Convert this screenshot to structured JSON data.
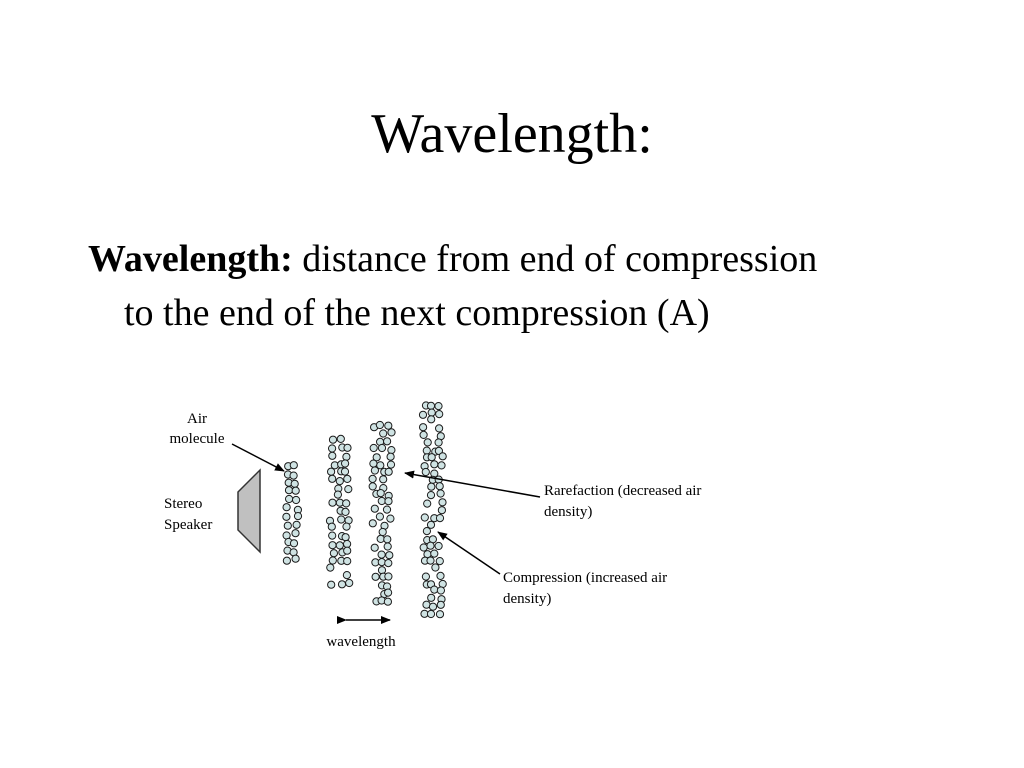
{
  "slide": {
    "title": "Wavelength:",
    "definition_term": "Wavelength:",
    "definition_text": " distance from end of compression to the end of the next compression (A)"
  },
  "diagram": {
    "labels": {
      "air_molecule_line1": "Air",
      "air_molecule_line2": "molecule",
      "speaker_line1": "Stereo",
      "speaker_line2": "Speaker",
      "rarefaction_line1": "Rarefaction (decreased air",
      "rarefaction_line2": "density)",
      "compression_line1": "Compression (increased air",
      "compression_line2": "density)",
      "wavelength": "wavelength"
    },
    "colors": {
      "molecule_fill": "#cfe3e3",
      "molecule_stroke": "#1a1a1a",
      "speaker_fill": "#c0c0c0"
    }
  }
}
